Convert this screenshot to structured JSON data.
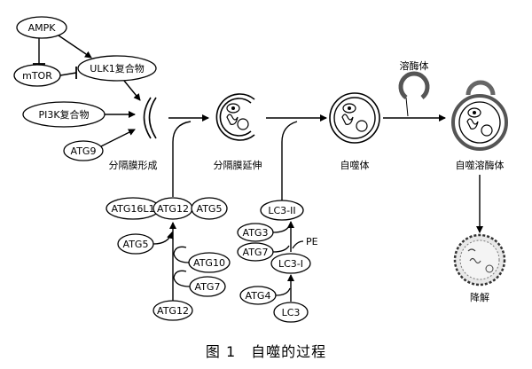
{
  "colors": {
    "stroke": "#000000",
    "lysosome_fill": "#8a8a8a",
    "lysosome_stroke": "#555555",
    "degradation_fill": "#e8e8e8",
    "background": "#ffffff"
  },
  "nodes": {
    "ampk": "AMPK",
    "mtor": "mTOR",
    "ulk1": "ULK1复合物",
    "pi3k": "PI3K复合物",
    "atg9": "ATG9",
    "atg16l1": "ATG16L1",
    "atg12_top": "ATG12",
    "atg5_right": "ATG5",
    "atg5_left": "ATG5",
    "atg10": "ATG10",
    "atg7_left": "ATG7",
    "atg12_bottom": "ATG12",
    "lc3_ii": "LC3-II",
    "atg3": "ATG3",
    "atg7_right": "ATG7",
    "pe": "PE",
    "lc3_i": "LC3-I",
    "atg4": "ATG4",
    "lc3": "LC3"
  },
  "stages": {
    "phagophore_formation": "分隔膜形成",
    "phagophore_elongation": "分隔膜延伸",
    "autophagosome": "自噬体",
    "lysosome": "溶酶体",
    "autolysosome": "自噬溶酶体",
    "degradation": "降解"
  },
  "caption": "图 1　自噬的过程"
}
